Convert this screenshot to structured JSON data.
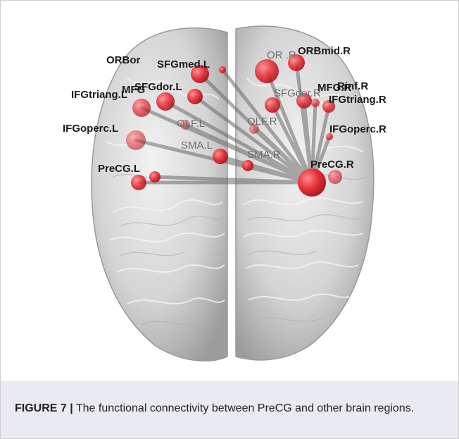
{
  "figure": {
    "caption_label": "FIGURE 7 |",
    "caption_text": " The functional connectivity between PreCG and other brain regions."
  },
  "hub": {
    "name": "PreCG.R"
  },
  "regions": [
    {
      "id": "ORBmid.R",
      "label": "ORBmid.R"
    },
    {
      "id": "ORB.R",
      "label": "OR  .R"
    },
    {
      "id": "ORBsup.L",
      "label": "ORBor"
    },
    {
      "id": "SFGmed.L",
      "label": "SFGmed.L"
    },
    {
      "id": "SFGdor.L",
      "label": "SFGdor.L"
    },
    {
      "id": "IFGtriang.L",
      "label": "IFGtriang.L"
    },
    {
      "id": "MFG.L",
      "label": "MFG"
    },
    {
      "id": "SFGdor.R",
      "label": "SFGdor.R"
    },
    {
      "id": "MFG.R",
      "label": "MFG.R"
    },
    {
      "id": "ORBinf.R",
      "label": "Rinf.R"
    },
    {
      "id": "IFGtriang.R",
      "label": "IFGtriang.R"
    },
    {
      "id": "IFGoperc.L",
      "label": "IFGoperc.L"
    },
    {
      "id": "IFGoperc.R",
      "label": "IFGoperc.R"
    },
    {
      "id": "OLF.L",
      "label": "OLF.L"
    },
    {
      "id": "OLF.R",
      "label": "OLF.R"
    },
    {
      "id": "SMA.L",
      "label": "SMA.L"
    },
    {
      "id": "SMA.R",
      "label": "SMA.R"
    },
    {
      "id": "PreCG.L",
      "label": "PreCG.L"
    },
    {
      "id": "PreCG.R2",
      "label": "PreCG.R"
    }
  ],
  "colors": {
    "node": "#e8262f",
    "edge": "#6a6a6a",
    "brain": "#c9c9c9",
    "caption_bg": "#e9eaf2"
  }
}
